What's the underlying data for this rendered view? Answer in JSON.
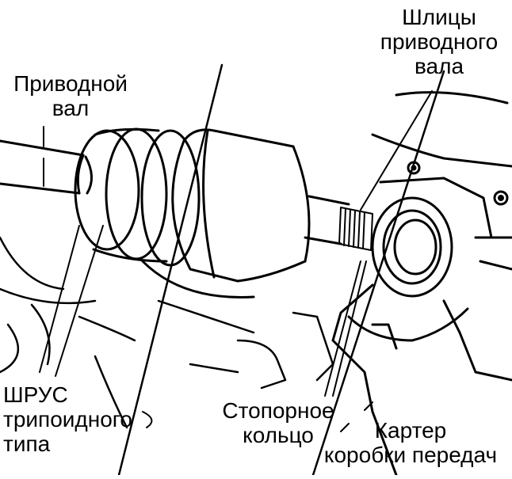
{
  "labels": {
    "shaft": [
      "Приводной",
      "вал"
    ],
    "splines": [
      "Шлицы",
      "приводного",
      "вала"
    ],
    "cv_joint": [
      "ШРУС",
      "трипоидного",
      "типа"
    ],
    "snap_ring": [
      "Стопорное",
      "кольцо"
    ],
    "case": [
      "Картер",
      "коробки передач"
    ]
  },
  "colors": {
    "ink": "#000000",
    "paper": "#ffffff"
  }
}
